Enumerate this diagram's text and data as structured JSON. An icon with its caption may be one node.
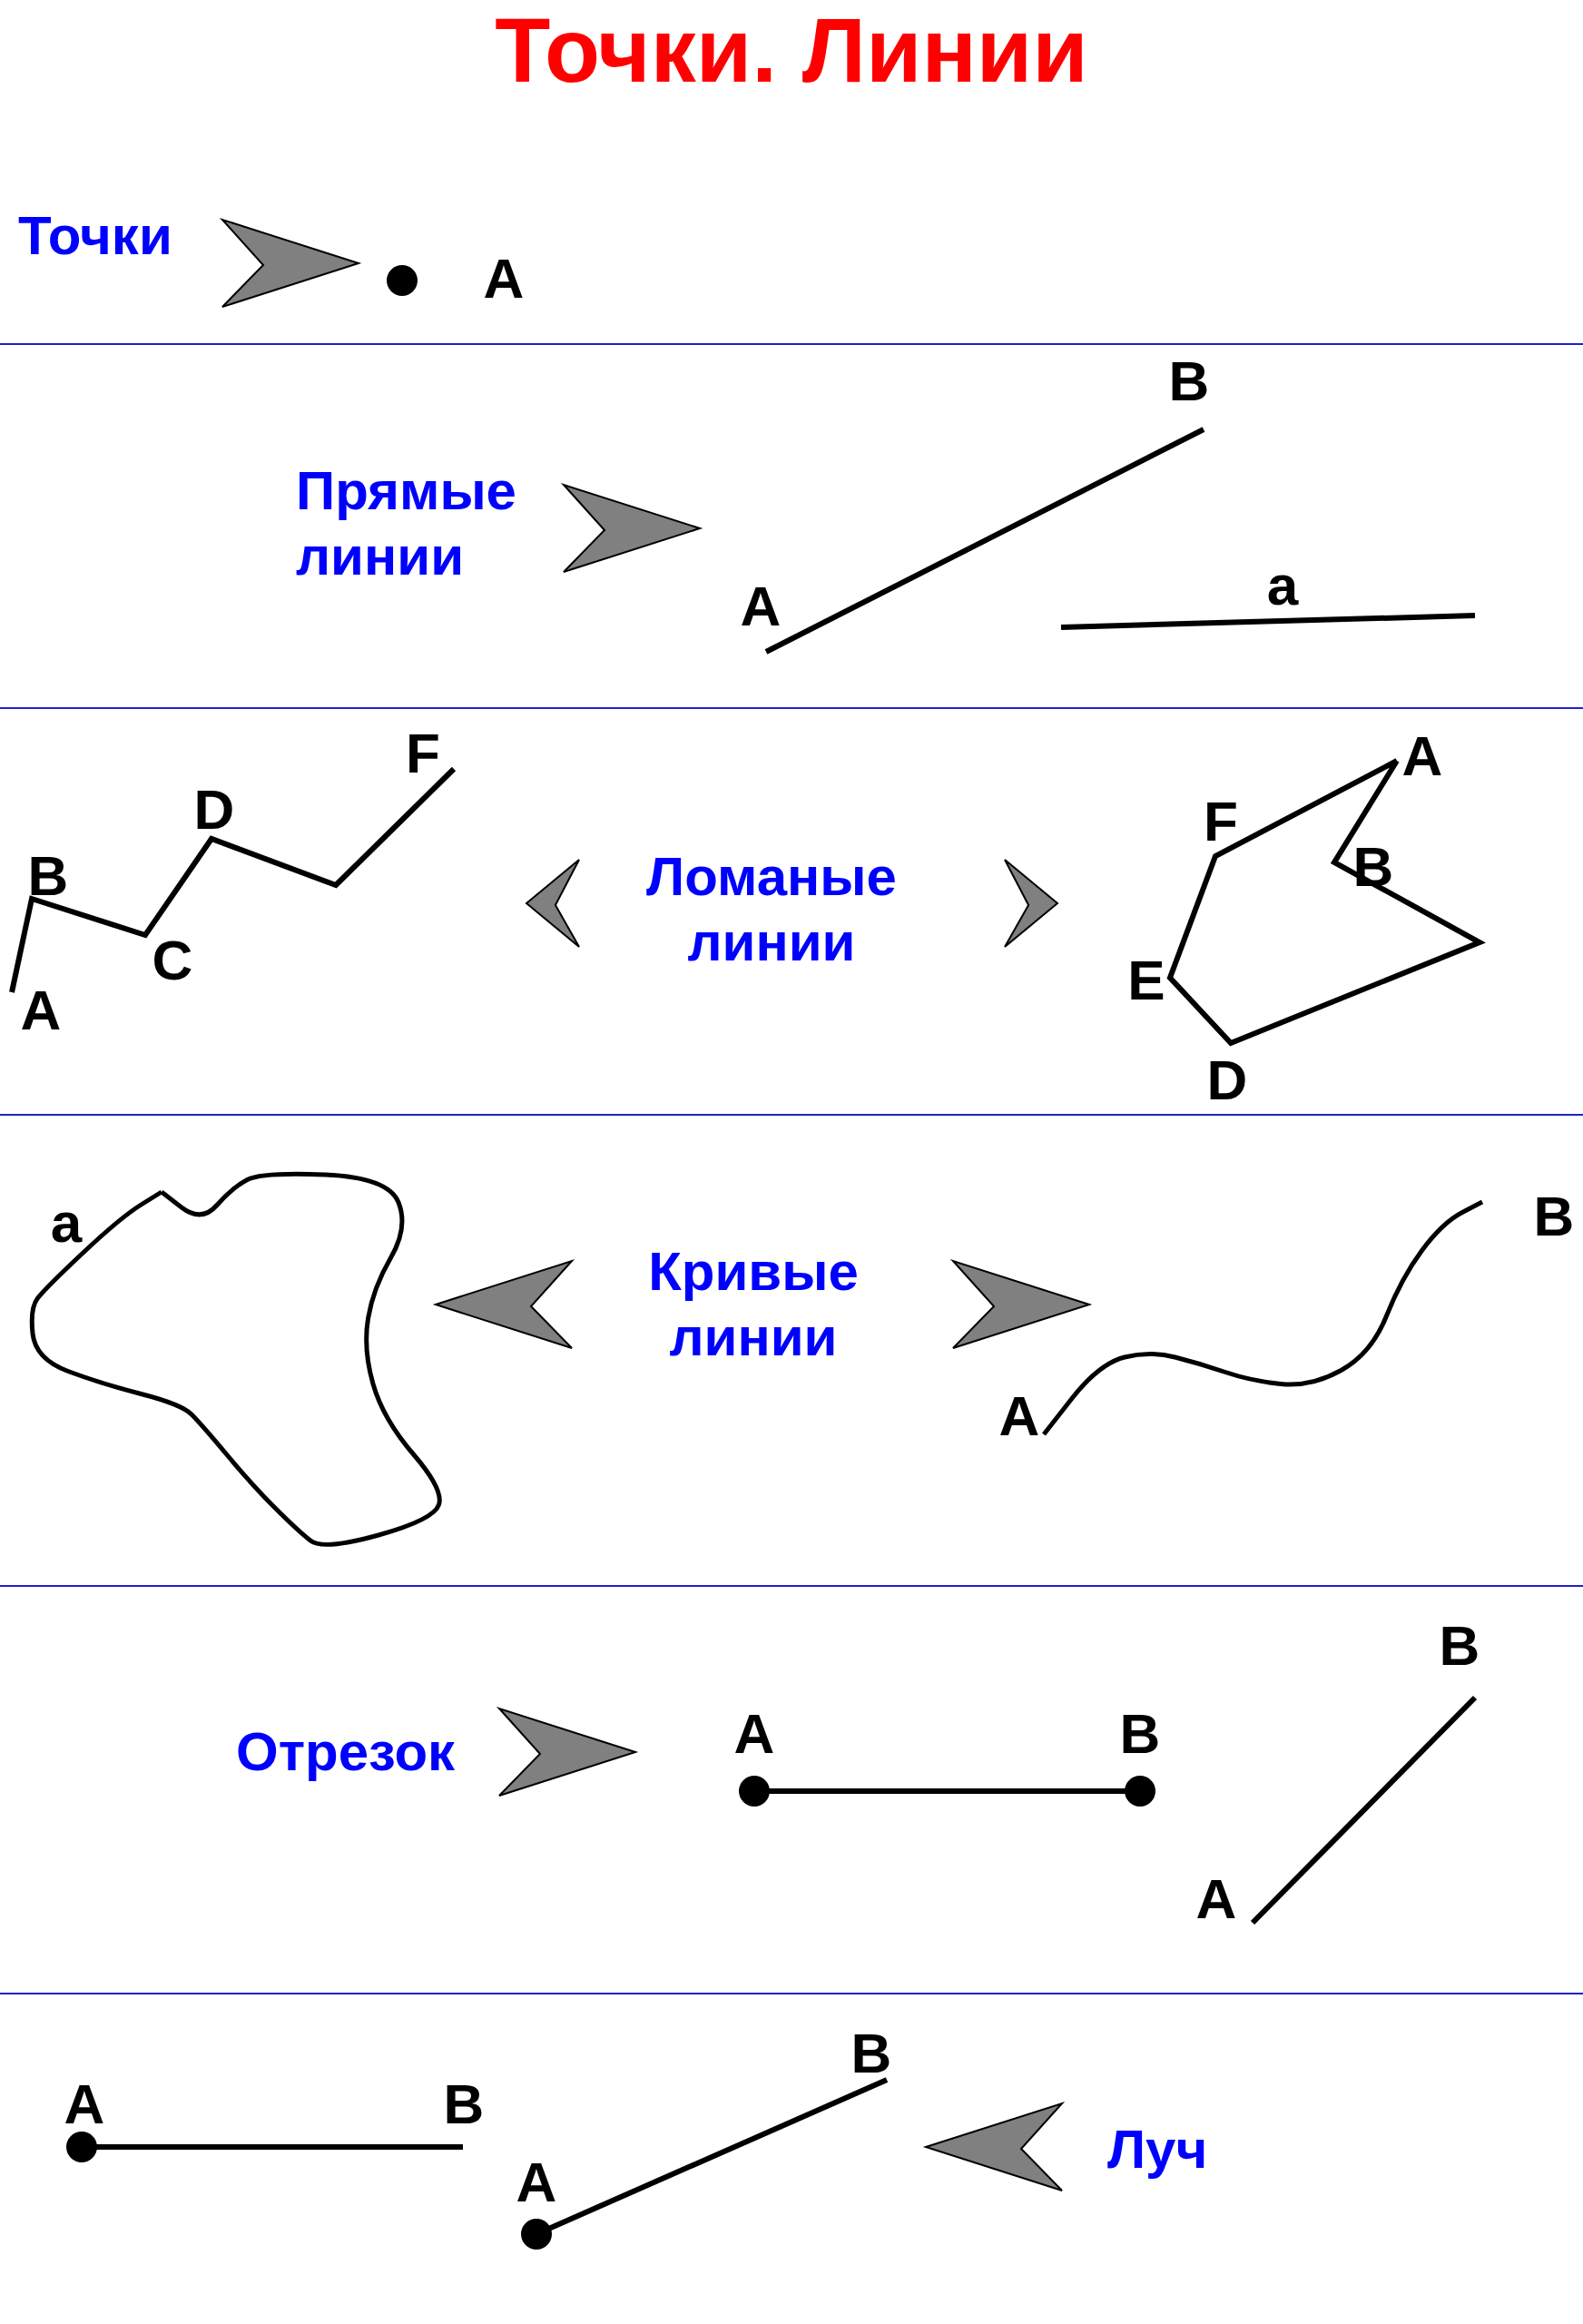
{
  "diagram": {
    "title": "Точки. Линии",
    "nodes": [
      {
        "text": [
          "Точки"
        ]
      },
      {
        "text": [],
        "shape": "circle"
      },
      {
        "text": [
          "Прямые линии"
        ]
      },
      {
        "text": [],
        "shape": "picture"
      },
      {
        "text": [
          "Ломаные линии"
        ]
      },
      {
        "text": [],
        "shape": "picture"
      },
      {
        "text": [],
        "shape": "picture"
      },
      {
        "text": [
          "Кривые линии"
        ]
      },
      {
        "text": [],
        "shape": "picture"
      },
      {
        "text": [],
        "shape": "picture"
      },
      {
        "text": [
          "Отрезок"
        ]
      },
      {
        "text": [],
        "shape": "picture"
      },
      {
        "text": [
          "Луч"
        ]
      },
      {
        "text": [],
        "shape": "picture"
      }
    ],
    "edges": [
      {
        "from": 0,
        "to": 1,
        "arrow": "to"
      },
      {
        "from": 2,
        "to": 3,
        "arrow": "to"
      },
      {
        "from": 4,
        "to": 5,
        "arrow": "to"
      },
      {
        "from": 4,
        "to": 6,
        "arrow": "to"
      },
      {
        "from": 7,
        "to": 8,
        "arrow": "to"
      },
      {
        "from": 7,
        "to": 9,
        "arrow": "to"
      },
      {
        "from": 10,
        "to": 11,
        "arrow": "to"
      },
      {
        "from": 12,
        "to": 13,
        "arrow": "to"
      }
    ],
    "labels": [
      "A",
      "B",
      "A",
      "a",
      "F",
      "A",
      "D",
      "F",
      "B",
      "B",
      "C",
      "E",
      "A",
      "D",
      "a",
      "B",
      "A",
      "B",
      "A",
      "B",
      "A",
      "B",
      "A",
      "B",
      "A"
    ]
  }
}
